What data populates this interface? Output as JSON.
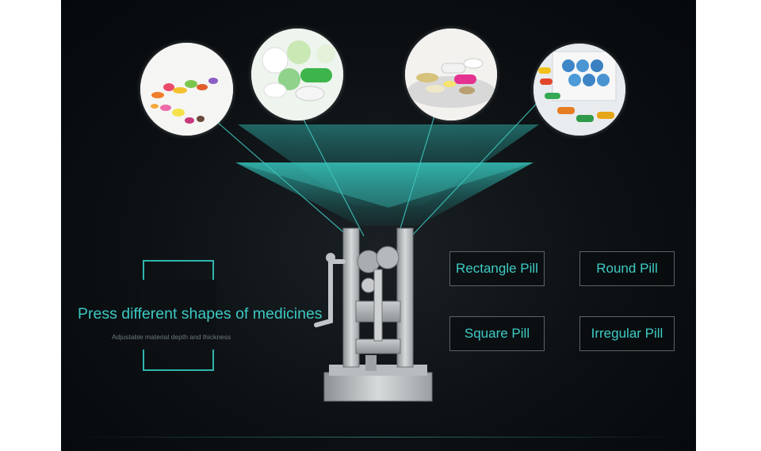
{
  "headline": "Press different shapes of medicines",
  "subheadline": "Adjustable material depth and thickness",
  "pill_types": [
    "Rectangle Pill",
    "Round Pill",
    "Square Pill",
    "Irregular Pill"
  ],
  "colors": {
    "background": "#0d1114",
    "accent": "#3cc8c2",
    "beam": "#2fb5ae",
    "label_border": "#5b6467"
  },
  "icons": [
    "pill-photo-circle",
    "tablet-press-machine",
    "light-beam"
  ]
}
